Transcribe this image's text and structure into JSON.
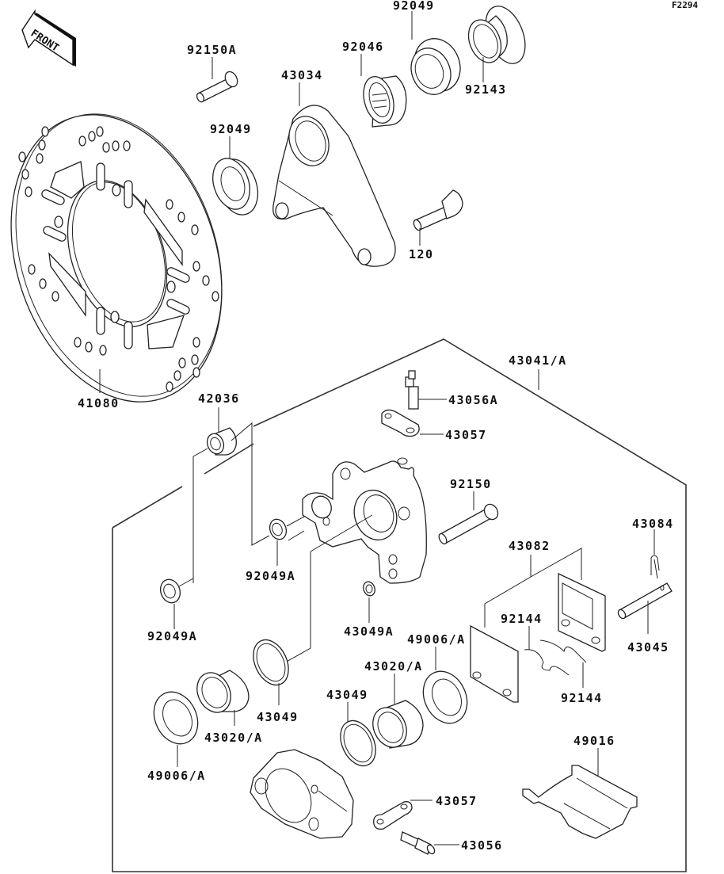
{
  "figure_code": "F2294",
  "direction_indicator": "FRONT",
  "parts": {
    "p92150A": "92150A",
    "p92049_top": "92049",
    "p92046": "92046",
    "p43034": "43034",
    "p92143": "92143",
    "p92049_left": "92049",
    "p120": "120",
    "p41080": "41080",
    "p43041A": "43041/A",
    "p43056A": "43056A",
    "p43057_top": "43057",
    "p42036": "42036",
    "p92150": "92150",
    "p43084": "43084",
    "p43082": "43082",
    "p92049A_mid": "92049A",
    "p92049A_left": "92049A",
    "p43049A": "43049A",
    "p92144_a": "92144",
    "p43045": "43045",
    "p49006A_right": "49006/A",
    "p43020A_right": "43020/A",
    "p92144_b": "92144",
    "p43049_right": "43049",
    "p43049_left": "43049",
    "p43020A_left": "43020/A",
    "p49016": "49016",
    "p49006A_left": "49006/A",
    "p43057_bottom": "43057",
    "p43056": "43056"
  }
}
